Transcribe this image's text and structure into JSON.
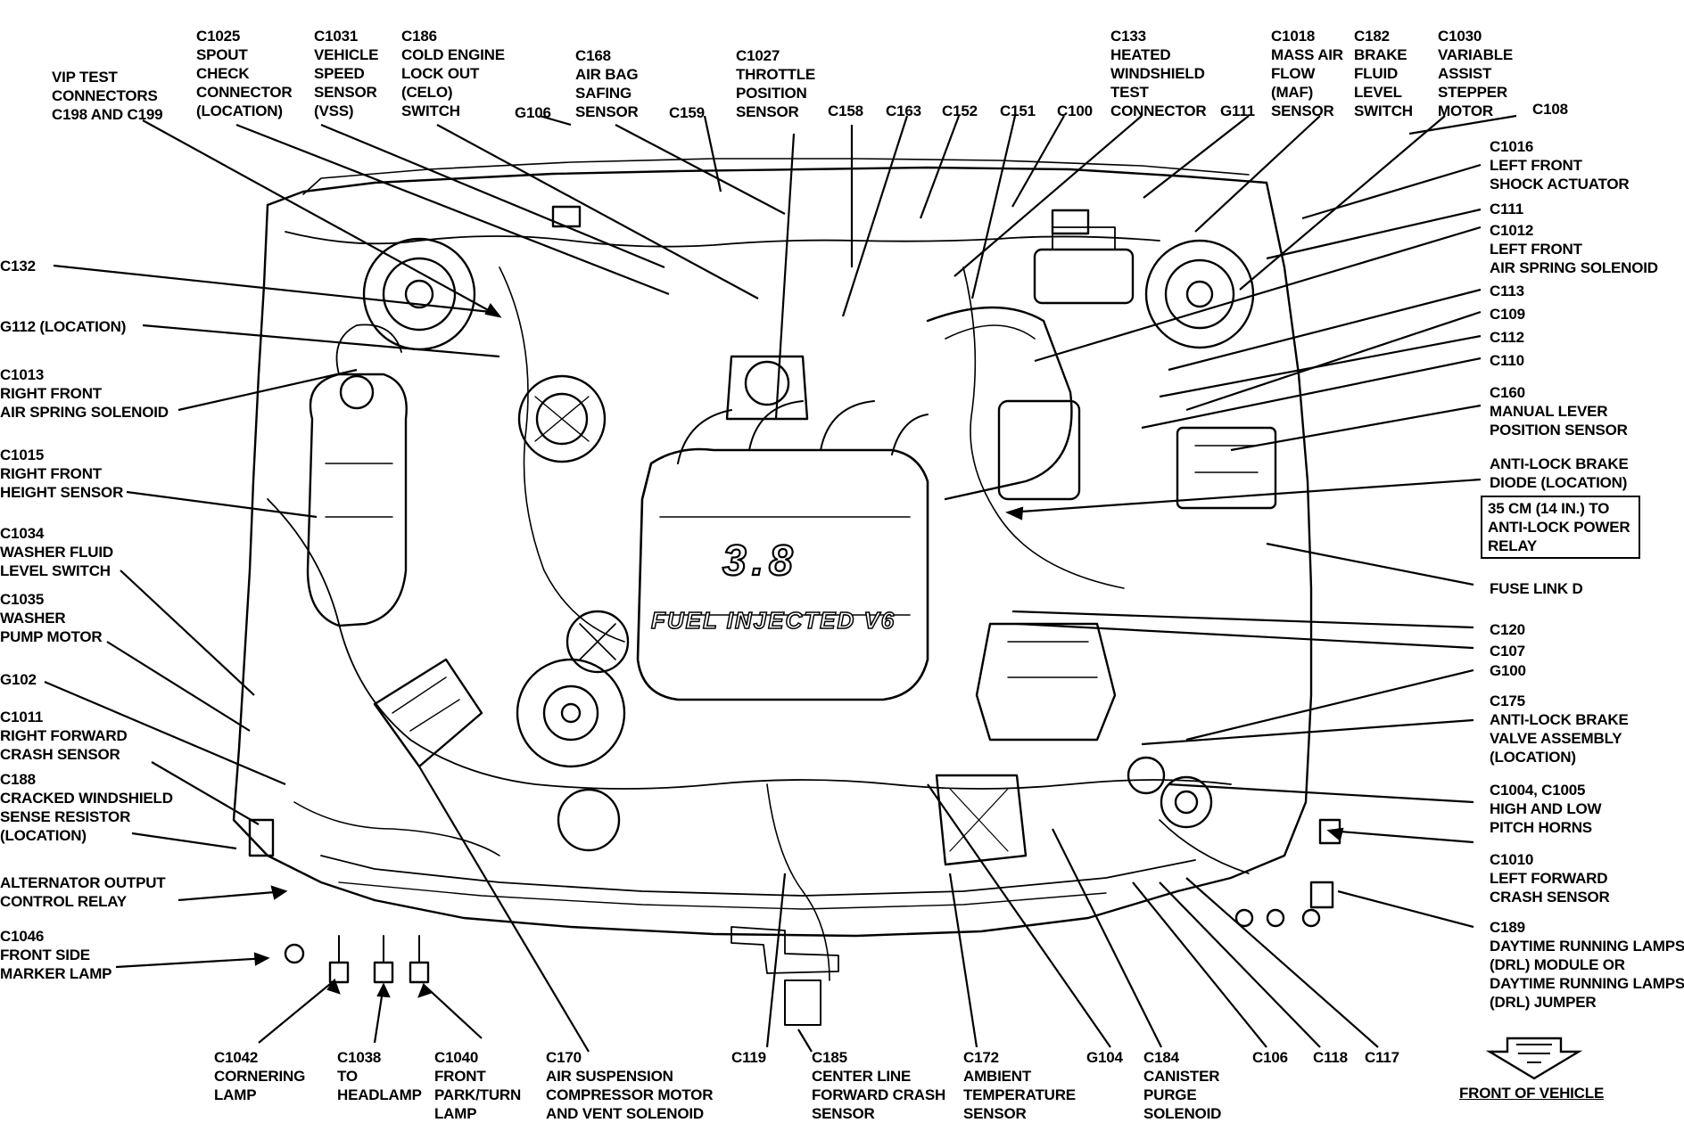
{
  "engine_badges": {
    "displacement": "3.8",
    "banner": "FUEL INJECTED V6"
  },
  "front_arrow": "FRONT OF VEHICLE",
  "labels": {
    "vip": "VIP TEST\nCONNECTORS\nC198 AND C199",
    "c1025": "C1025\nSPOUT\nCHECK\nCONNECTOR\n(LOCATION)",
    "c1031": "C1031\nVEHICLE\nSPEED\nSENSOR\n(VSS)",
    "c186": "C186\nCOLD ENGINE\nLOCK OUT\n(CELO)\nSWITCH",
    "c168": "C168\nAIR BAG\nSAFING\nSENSOR",
    "g106": "G106",
    "c159": "C159",
    "c1027": "C1027\nTHROTTLE\nPOSITION\nSENSOR",
    "c158": "C158",
    "c163": "C163",
    "c152": "C152",
    "c151": "C151",
    "c100": "C100",
    "c133": "C133\nHEATED\nWINDSHIELD\nTEST\nCONNECTOR",
    "g111": "G111",
    "c1018": "C1018\nMASS AIR\nFLOW\n(MAF)\nSENSOR",
    "c182": "C182\nBRAKE\nFLUID\nLEVEL\nSWITCH",
    "c1030": "C1030\nVARIABLE\nASSIST\nSTEPPER\nMOTOR",
    "c108": "C108",
    "c1016": "C1016\nLEFT FRONT\nSHOCK ACTUATOR",
    "c111": "C111",
    "c1012": "C1012\nLEFT FRONT\nAIR SPRING SOLENOID",
    "c113": "C113",
    "c109": "C109",
    "c112": "C112",
    "c110": "C110",
    "c160": "C160\nMANUAL LEVER\nPOSITION SENSOR",
    "abs_diode": "ANTI-LOCK BRAKE\nDIODE (LOCATION)",
    "abs_relay_note": "35 CM (14 IN.) TO\nANTI-LOCK POWER\nRELAY",
    "fuse_link": "FUSE LINK D",
    "c120": "C120",
    "c107": "C107",
    "g100": "G100",
    "c175": "C175\nANTI-LOCK BRAKE\nVALVE ASSEMBLY\n(LOCATION)",
    "c1004": "C1004, C1005\nHIGH AND LOW\nPITCH HORNS",
    "c1010": "C1010\nLEFT FORWARD\nCRASH SENSOR",
    "c189": "C189\nDAYTIME RUNNING LAMPS\n(DRL) MODULE OR\nDAYTIME RUNNING LAMPS\n(DRL) JUMPER",
    "c132": "C132",
    "g112": "G112 (LOCATION)",
    "c1013": "C1013\nRIGHT FRONT\nAIR SPRING SOLENOID",
    "c1015": "C1015\nRIGHT FRONT\nHEIGHT SENSOR",
    "c1034": "C1034\nWASHER FLUID\nLEVEL SWITCH",
    "c1035": "C1035\nWASHER\nPUMP MOTOR",
    "g102": "G102",
    "c1011": "C1011\nRIGHT FORWARD\nCRASH SENSOR",
    "c188": "C188\nCRACKED WINDSHIELD\nSENSE RESISTOR\n(LOCATION)",
    "alt_relay": "ALTERNATOR OUTPUT\nCONTROL RELAY",
    "c1046": "C1046\nFRONT SIDE\nMARKER LAMP",
    "c1042": "C1042\nCORNERING\nLAMP",
    "c1038": "C1038\nTO\nHEADLAMP",
    "c1040": "C1040\nFRONT\nPARK/TURN\nLAMP",
    "c170": "C170\nAIR SUSPENSION\nCOMPRESSOR MOTOR\nAND VENT SOLENOID",
    "c119": "C119",
    "c185": "C185\nCENTER LINE\nFORWARD CRASH\nSENSOR",
    "c172": "C172\nAMBIENT\nTEMPERATURE\nSENSOR",
    "g104": "G104",
    "c184": "C184\nCANISTER\nPURGE\nSOLENOID",
    "c106": "C106",
    "c118": "C118",
    "c117": "C117"
  }
}
